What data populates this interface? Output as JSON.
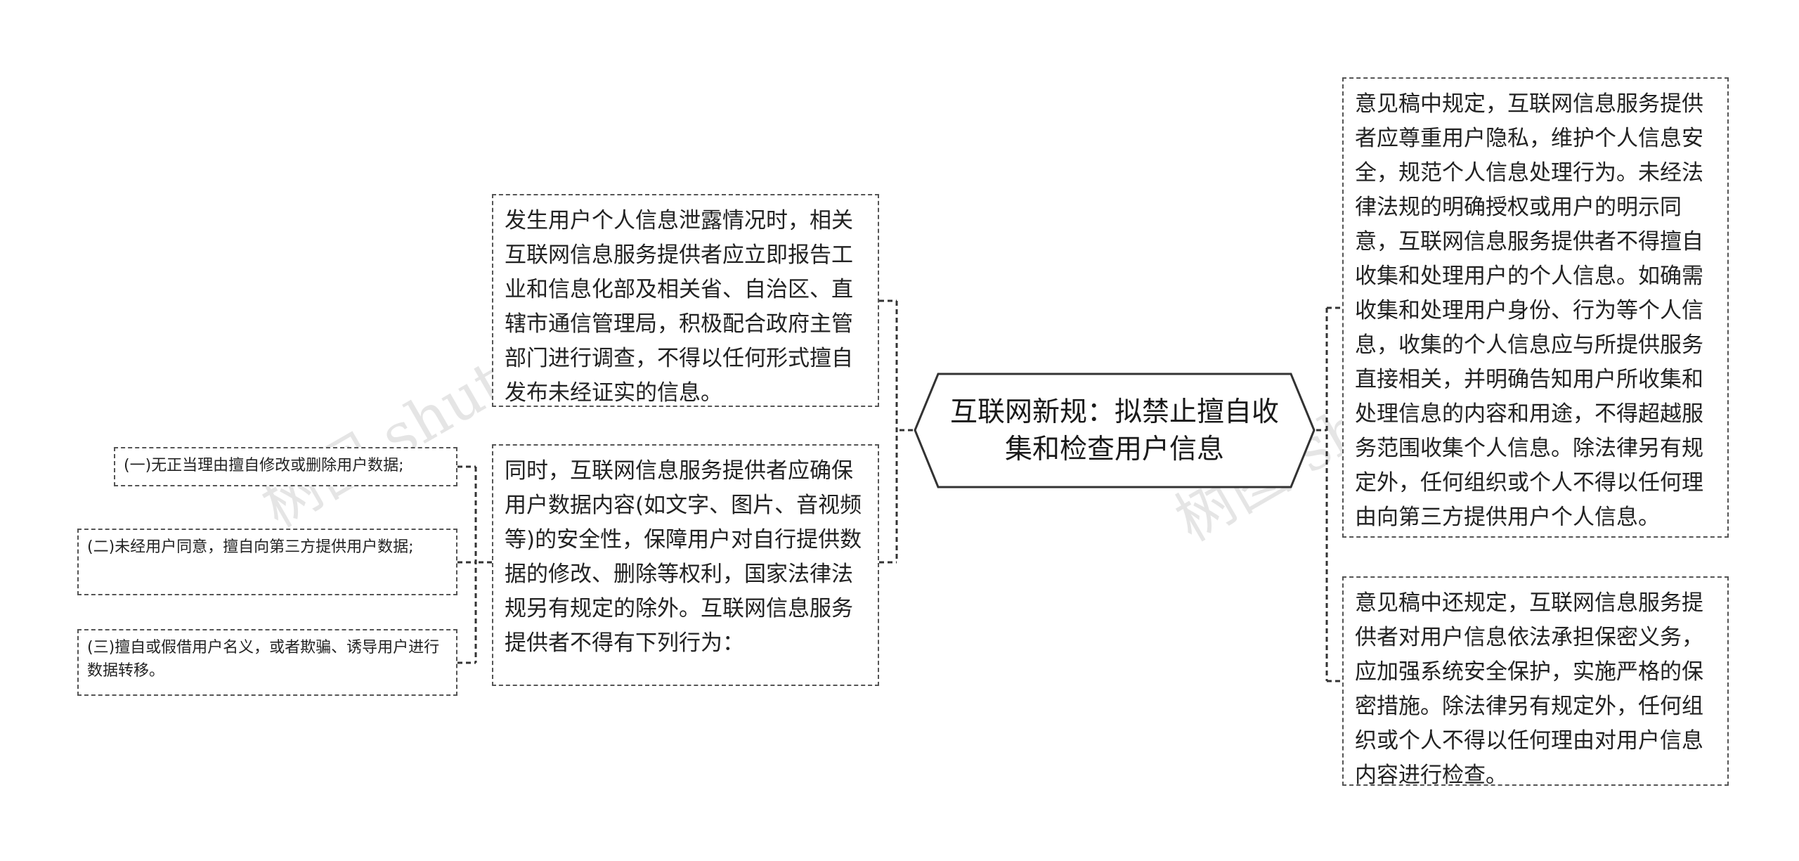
{
  "root": {
    "title": "互联网新规：拟禁止擅自收集和检查用户信息"
  },
  "left": [
    {
      "text": "发生用户个人信息泄露情况时，相关互联网信息服务提供者应立即报告工业和信息化部及相关省、自治区、直辖市通信管理局，积极配合政府主管部门进行调查，不得以任何形式擅自发布未经证实的信息。"
    },
    {
      "text": "同时，互联网信息服务提供者应确保用户数据内容(如文字、图片、音视频等)的安全性，保障用户对自行提供数据的修改、删除等权利，国家法律法规另有规定的除外。互联网信息服务提供者不得有下列行为：",
      "children": [
        {
          "text": "(一)无正当理由擅自修改或删除用户数据;"
        },
        {
          "text": "(二)未经用户同意，擅自向第三方提供用户数据;"
        },
        {
          "text": "(三)擅自或假借用户名义，或者欺骗、诱导用户进行数据转移。"
        }
      ]
    }
  ],
  "right": [
    {
      "text": "意见稿中规定，互联网信息服务提供者应尊重用户隐私，维护个人信息安全，规范个人信息处理行为。未经法律法规的明确授权或用户的明示同意，互联网信息服务提供者不得擅自收集和处理用户的个人信息。如确需收集和处理用户身份、行为等个人信息，收集的个人信息应与所提供服务直接相关，并明确告知用户所收集和处理信息的内容和用途，不得超越服务范围收集个人信息。除法律另有规定外，任何组织或个人不得以任何理由向第三方提供用户个人信息。"
    },
    {
      "text": "意见稿中还规定，互联网信息服务提供者对用户信息依法承担保密义务，应加强系统安全保护，实施严格的保密措施。除法律另有规定外，任何组织或个人不得以任何理由对用户信息内容进行检查。"
    }
  ],
  "watermarks": [
    "树图 shutu.cn",
    "树图 shutu.cn"
  ]
}
